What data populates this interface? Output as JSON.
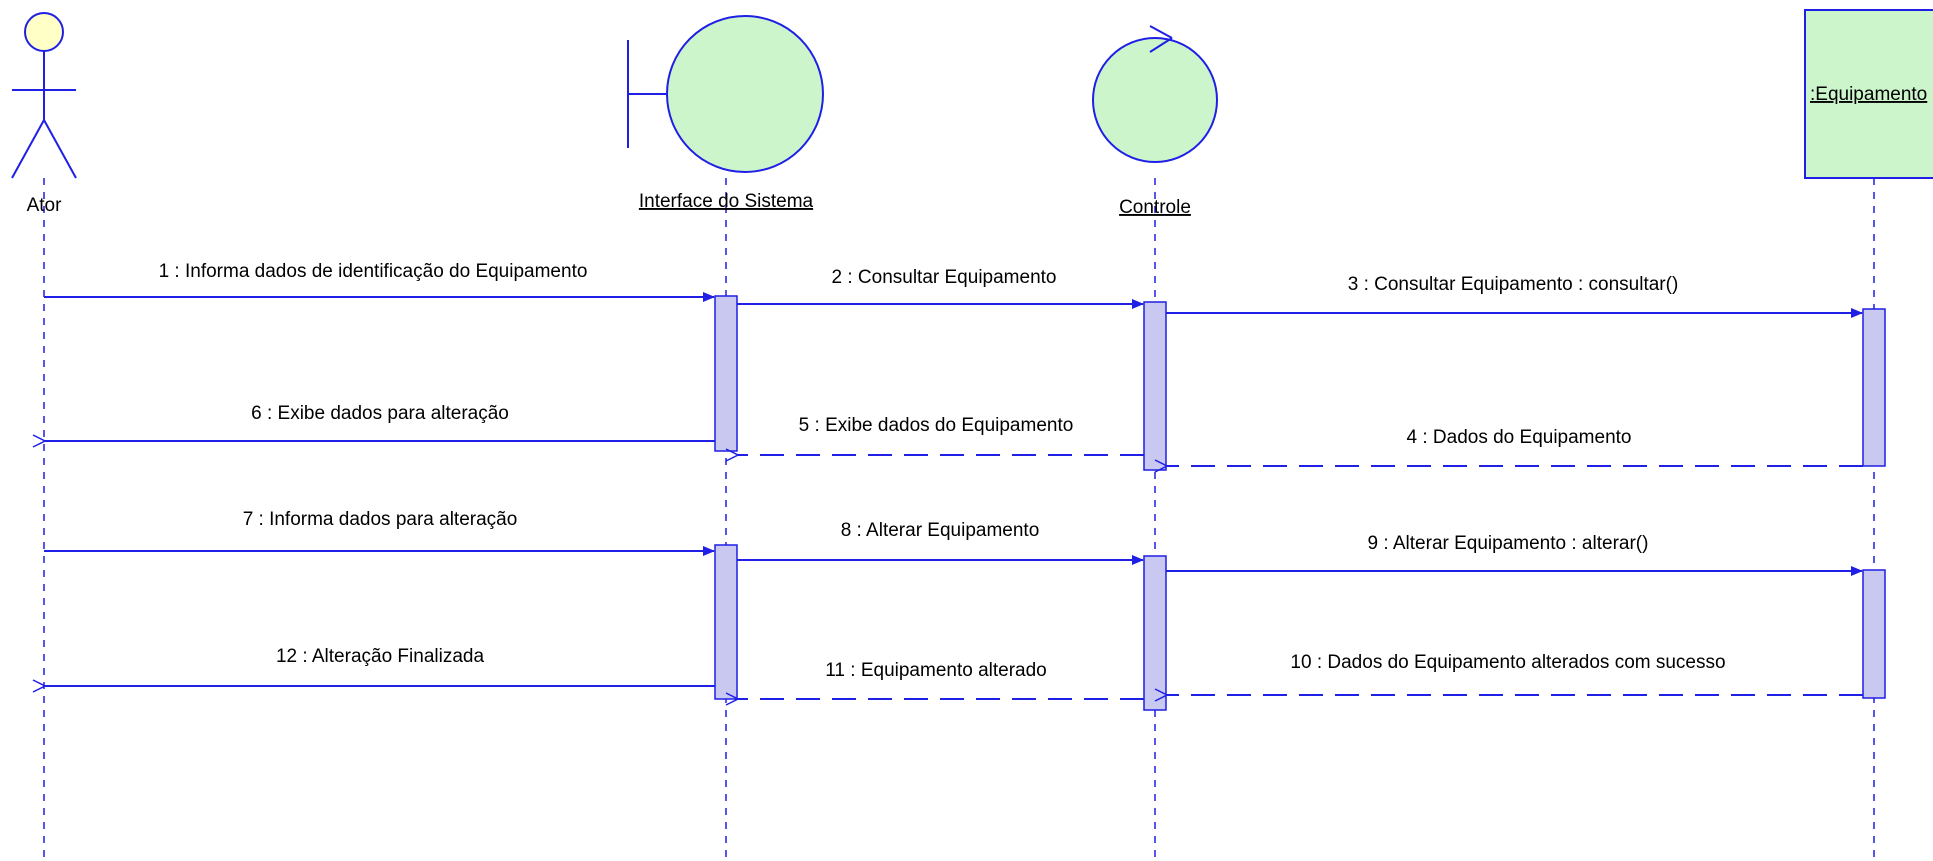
{
  "diagram": {
    "colors": {
      "line": "#1f1fe6",
      "actor_head": "#ffffc6",
      "object_fill": "#ccf5cc",
      "object_stroke": "#1f1fe6",
      "activation_fill": "#c8c8f0",
      "entity_fill": "#ccf5cc"
    },
    "participants": [
      {
        "id": "ator",
        "kind": "actor",
        "name": "Ator"
      },
      {
        "id": "interface",
        "kind": "boundary",
        "name": "Interface do Sistema"
      },
      {
        "id": "controle",
        "kind": "control",
        "name": "Controle"
      },
      {
        "id": "equipamento",
        "kind": "entity",
        "name": ":Equipamento"
      }
    ],
    "messages": [
      {
        "n": 1,
        "label": "1 : Informa dados de identificação do Equipamento",
        "from": "ator",
        "to": "interface",
        "kind": "sync"
      },
      {
        "n": 2,
        "label": "2 : Consultar Equipamento",
        "from": "interface",
        "to": "controle",
        "kind": "sync"
      },
      {
        "n": 3,
        "label": "3 : Consultar Equipamento : consultar()",
        "from": "controle",
        "to": "equipamento",
        "kind": "sync"
      },
      {
        "n": 4,
        "label": "4 : Dados do Equipamento",
        "from": "equipamento",
        "to": "controle",
        "kind": "return"
      },
      {
        "n": 5,
        "label": "5 : Exibe dados do Equipamento",
        "from": "controle",
        "to": "interface",
        "kind": "return"
      },
      {
        "n": 6,
        "label": "6 : Exibe dados para alteração",
        "from": "interface",
        "to": "ator",
        "kind": "reply"
      },
      {
        "n": 7,
        "label": "7 : Informa dados para alteração",
        "from": "ator",
        "to": "interface",
        "kind": "sync"
      },
      {
        "n": 8,
        "label": "8 : Alterar Equipamento",
        "from": "interface",
        "to": "controle",
        "kind": "sync"
      },
      {
        "n": 9,
        "label": "9 : Alterar Equipamento : alterar()",
        "from": "controle",
        "to": "equipamento",
        "kind": "sync"
      },
      {
        "n": 10,
        "label": "10 : Dados do Equipamento alterados com sucesso",
        "from": "equipamento",
        "to": "controle",
        "kind": "return"
      },
      {
        "n": 11,
        "label": "11 : Equipamento alterado",
        "from": "controle",
        "to": "interface",
        "kind": "return"
      },
      {
        "n": 12,
        "label": "12 : Alteração Finalizada",
        "from": "interface",
        "to": "ator",
        "kind": "reply"
      }
    ]
  }
}
